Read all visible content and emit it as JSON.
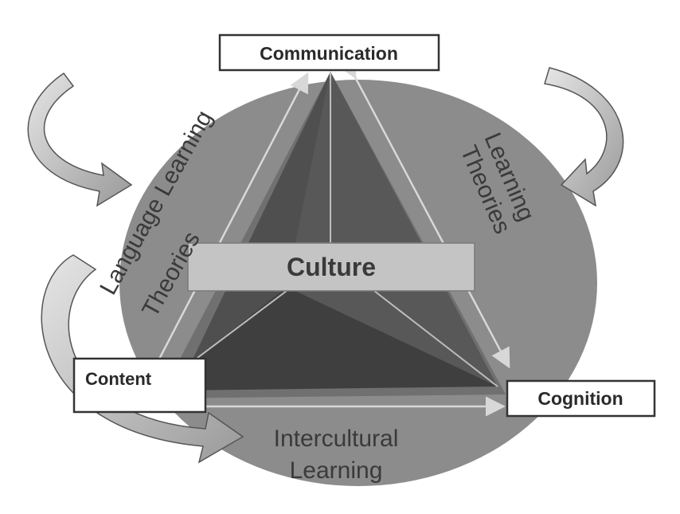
{
  "diagram": {
    "nodes": {
      "communication": "Communication",
      "content": "Content",
      "cognition": "Cognition",
      "culture": "Culture"
    },
    "labels": {
      "language_learning_line1": "Language Learning",
      "language_learning_line2": "Theories",
      "learning_line1": "Learning",
      "learning_line2": "Theories",
      "intercultural_line1": "Intercultural",
      "intercultural_line2": "Learning"
    },
    "colors": {
      "circle": "#8c8c8c",
      "triangle_outer": "#707070",
      "triangle_inner": "#555555",
      "arrow": "#c8c8c8",
      "culture_box": "#c4c4c4"
    }
  }
}
